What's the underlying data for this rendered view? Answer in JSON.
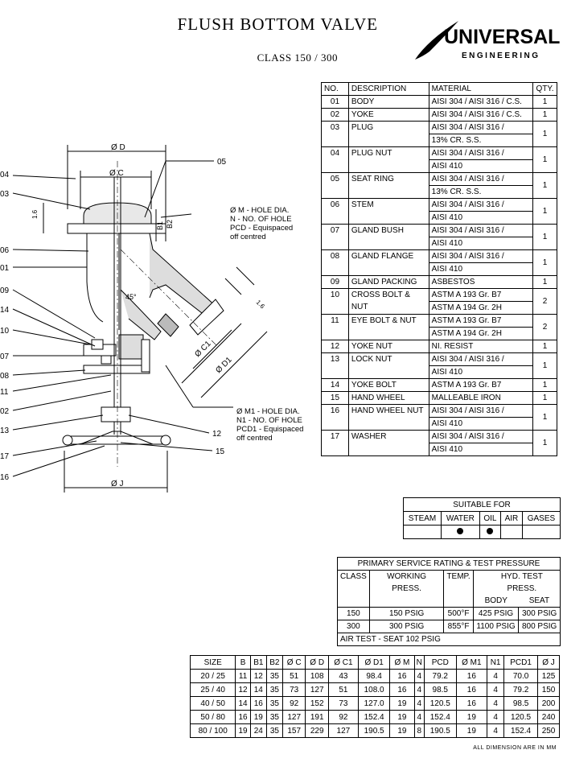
{
  "header": {
    "title": "FLUSH BOTTOM VALVE",
    "subtitle": "CLASS  150 / 300",
    "logo_line1": "UNIVERSAL",
    "logo_line2": "ENGINEERING"
  },
  "parts_table": {
    "headers": [
      "NO.",
      "DESCRIPTION",
      "MATERIAL",
      "QTY."
    ],
    "rows": [
      {
        "no": "01",
        "desc": "BODY",
        "material": [
          "AISI 304 / AISI 316 / C.S."
        ],
        "qty": "1"
      },
      {
        "no": "02",
        "desc": "YOKE",
        "material": [
          "AISI 304 / AISI 316 / C.S."
        ],
        "qty": "1"
      },
      {
        "no": "03",
        "desc": "PLUG",
        "material": [
          "AISI 304 / AISI 316 /",
          "13% CR. S.S."
        ],
        "qty": "1"
      },
      {
        "no": "04",
        "desc": "PLUG NUT",
        "material": [
          "AISI 304 / AISI 316 /",
          "AISI 410"
        ],
        "qty": "1"
      },
      {
        "no": "05",
        "desc": "SEAT RING",
        "material": [
          "AISI 304 / AISI 316 /",
          "13% CR. S.S."
        ],
        "qty": "1"
      },
      {
        "no": "06",
        "desc": "STEM",
        "material": [
          "AISI 304 / AISI 316 /",
          "AISI 410"
        ],
        "qty": "1"
      },
      {
        "no": "07",
        "desc": "GLAND BUSH",
        "material": [
          "AISI 304 / AISI 316 /",
          "AISI 410"
        ],
        "qty": "1"
      },
      {
        "no": "08",
        "desc": "GLAND FLANGE",
        "material": [
          "AISI 304 / AISI 316 /",
          "AISI 410"
        ],
        "qty": "1"
      },
      {
        "no": "09",
        "desc": "GLAND PACKING",
        "material": [
          "ASBESTOS"
        ],
        "qty": "1"
      },
      {
        "no": "10",
        "desc": "CROSS BOLT  &",
        "desc2": "NUT",
        "material": [
          "ASTM A 193  Gr.  B7",
          "ASTM A 194  Gr.  2H"
        ],
        "qty": "2"
      },
      {
        "no": "11",
        "desc": "EYE BOLT  &  NUT",
        "material": [
          "ASTM A 193  Gr.  B7",
          "ASTM A 194  Gr.  2H"
        ],
        "qty": "2"
      },
      {
        "no": "12",
        "desc": "YOKE NUT",
        "material": [
          "NI. RESIST"
        ],
        "qty": "1"
      },
      {
        "no": "13",
        "desc": "LOCK NUT",
        "material": [
          "AISI 304 / AISI 316 /",
          "AISI 410"
        ],
        "qty": "1"
      },
      {
        "no": "14",
        "desc": "YOKE BOLT",
        "material": [
          "ASTM A 193  Gr.  B7"
        ],
        "qty": "1"
      },
      {
        "no": "15",
        "desc": "HAND WHEEL",
        "material": [
          "MALLEABLE IRON"
        ],
        "qty": "1"
      },
      {
        "no": "16",
        "desc": "HAND WHEEL  NUT",
        "material": [
          "AISI 304 / AISI 316 /",
          "AISI 410"
        ],
        "qty": "1"
      },
      {
        "no": "17",
        "desc": "WASHER",
        "material": [
          "AISI 304 / AISI 316 /",
          "AISI 410"
        ],
        "qty": "1"
      }
    ]
  },
  "suitable": {
    "title": "SUITABLE  FOR",
    "columns": [
      "STEAM",
      "WATER",
      "OIL",
      "AIR",
      "GASES"
    ],
    "marks": [
      false,
      true,
      true,
      false,
      false
    ]
  },
  "rating": {
    "title": "PRIMARY SERVICE RATING & TEST PRESSURE",
    "h_class": "CLASS",
    "h_working": "WORKING PRESS.",
    "h_temp": "TEMP.",
    "h_hyd": "HYD. TEST PRESS.",
    "h_body": "BODY",
    "h_seat": "SEAT",
    "rows": [
      {
        "cls": "150",
        "working": "150  PSIG",
        "temp": "500°F",
        "body": "425  PSIG",
        "seat": "300  PSIG"
      },
      {
        "cls": "300",
        "working": "300  PSIG",
        "temp": "855°F",
        "body": "1100  PSIG",
        "seat": "800  PSIG"
      }
    ],
    "air_test": "AIR TEST - SEAT    102  PSIG"
  },
  "dimensions": {
    "headers": [
      "SIZE",
      "B",
      "B1",
      "B2",
      "Ø C",
      "Ø D",
      "Ø C1",
      "Ø D1",
      "Ø M",
      "N",
      "PCD",
      "Ø M1",
      "N1",
      "PCD1",
      "Ø J"
    ],
    "rows": [
      [
        "20 / 25",
        "11",
        "12",
        "35",
        "51",
        "108",
        "43",
        "98.4",
        "16",
        "4",
        "79.2",
        "16",
        "4",
        "70.0",
        "125"
      ],
      [
        "25 / 40",
        "12",
        "14",
        "35",
        "73",
        "127",
        "51",
        "108.0",
        "16",
        "4",
        "98.5",
        "16",
        "4",
        "79.2",
        "150"
      ],
      [
        "40 / 50",
        "14",
        "16",
        "35",
        "92",
        "152",
        "73",
        "127.0",
        "19",
        "4",
        "120.5",
        "16",
        "4",
        "98.5",
        "200"
      ],
      [
        "50 / 80",
        "16",
        "19",
        "35",
        "127",
        "191",
        "92",
        "152.4",
        "19",
        "4",
        "152.4",
        "19",
        "4",
        "120.5",
        "240"
      ],
      [
        "80 / 100",
        "19",
        "24",
        "35",
        "157",
        "229",
        "127",
        "190.5",
        "19",
        "8",
        "190.5",
        "19",
        "4",
        "152.4",
        "250"
      ]
    ],
    "note": "ALL  DIMENSION  ARE  IN  MM"
  },
  "drawing": {
    "callouts_left": [
      "04",
      "03",
      "06",
      "01",
      "09",
      "14",
      "10",
      "07",
      "08",
      "11",
      "02",
      "13",
      "17",
      "16"
    ],
    "callouts_right": [
      "05",
      "12",
      "15"
    ],
    "dim_D": "Ø D",
    "dim_C": "Ø C",
    "dim_J": "Ø J",
    "dim_C1": "Ø C1",
    "dim_D1": "Ø D1",
    "dim_16a": "1.6",
    "dim_16b": "1.6",
    "dim_B1": "B1",
    "dim_B2": "B2",
    "angle": "45°",
    "note1": [
      "Ø M - HOLE DIA.",
      "N - NO. OF HOLE",
      "PCD - Equispaced",
      "off  centred"
    ],
    "note2": [
      "Ø M1 - HOLE DIA.",
      "N1 - NO. OF HOLE",
      "PCD1 - Equispaced",
      "off  centred"
    ]
  }
}
